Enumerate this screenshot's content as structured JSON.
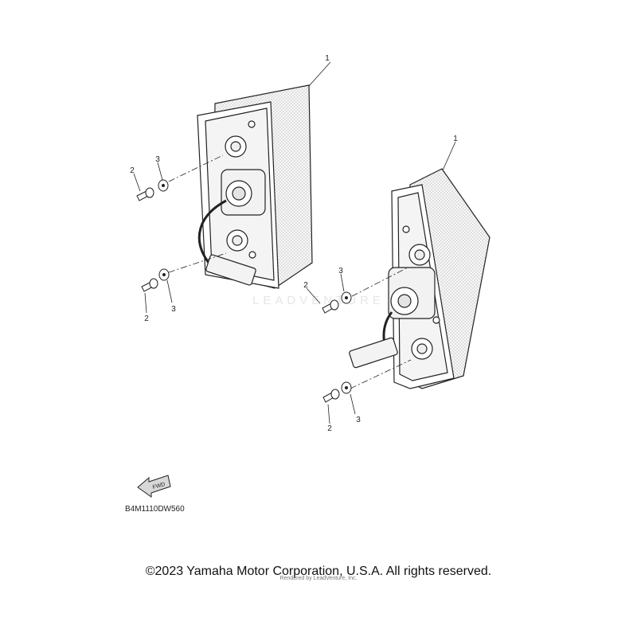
{
  "diagram": {
    "part_labels": {
      "left_lamp": "1",
      "right_lamp": "1",
      "bolt_left_top": "2",
      "washer_left_top": "3",
      "bolt_left_bottom": "2",
      "washer_left_bottom": "3",
      "bolt_right_top": "2",
      "washer_right_top": "3",
      "bolt_right_bottom": "2",
      "washer_right_bottom": "3"
    },
    "fwd_arrow_label": "FWD",
    "diagram_code": "B4M1110DW560"
  },
  "watermark": "LEADVENTURE",
  "footer": {
    "copyright": "©2023 Yamaha Motor Corporation, U.S.A. All rights reserved.",
    "rendered_by": "Rendered by LeadVenture, Inc."
  }
}
